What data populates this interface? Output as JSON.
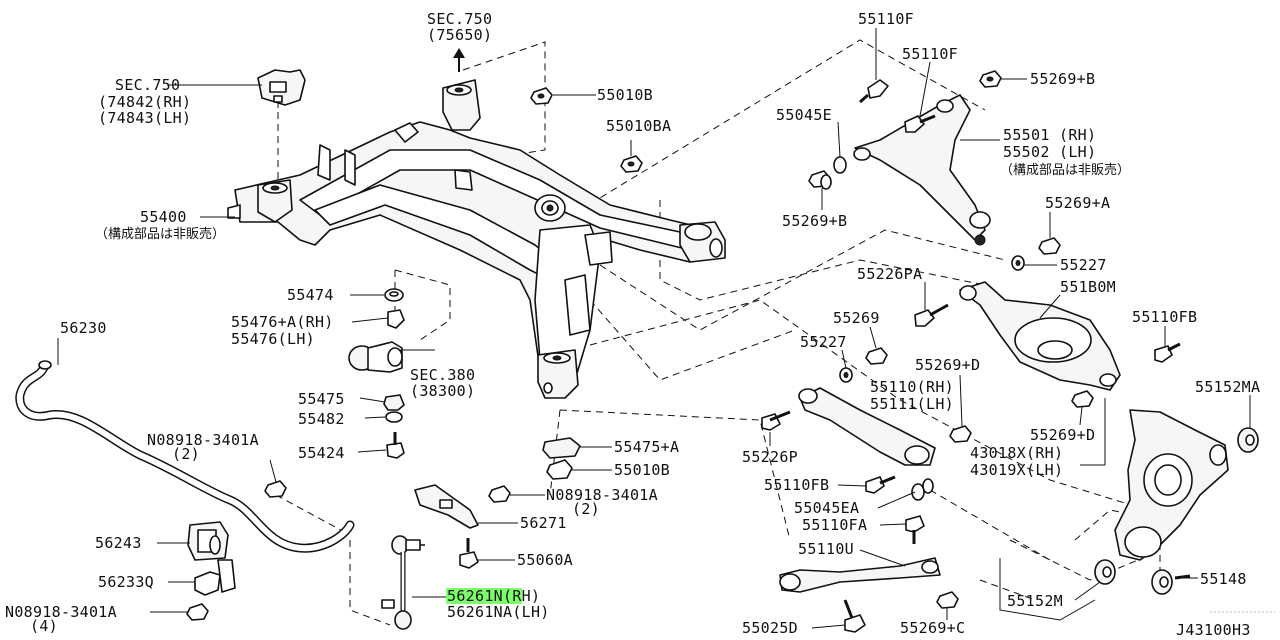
{
  "diagram_code": "J43100H3",
  "labels": {
    "sec750_top": "SEC.750",
    "sec750_top_ref": "(75650)",
    "sec750_left": "SEC.750",
    "ref_74842": "(74842(RH)",
    "ref_74843": "(74843(LH)",
    "p55400": "55400",
    "not_sold_1": "（構成部品は非販売）",
    "p55010B_top": "55010B",
    "p55010BA": "55010BA",
    "p55474": "55474",
    "p55476A": "55476+A(RH)",
    "p55476": "55476(LH)",
    "sec380": "SEC.380",
    "sec380_ref": "(38300)",
    "p55475": "55475",
    "p55482": "55482",
    "p55424": "55424",
    "p56230": "56230",
    "n08918_a": "N08918-3401A",
    "n08918_a_qty": "(2)",
    "p56243": "56243",
    "p56233Q": "56233Q",
    "n08918_c": "N08918-3401A",
    "n08918_c_qty": "(4)",
    "p55475A": "55475+A",
    "p55010B_mid": "55010B",
    "n08918_b": "N08918-3401A",
    "n08918_b_qty": "(2)",
    "p56271": "56271",
    "p55060A": "55060A",
    "p56261N": "56261N(RH)",
    "p56261NA": "56261NA(LH)",
    "p55110F_a": "55110F",
    "p55110F_b": "55110F",
    "p55269B_a": "55269+B",
    "p55045E": "55045E",
    "p55501": "55501 (RH)",
    "p55502": "55502 (LH)",
    "not_sold_2": "（構成部品は非販売）",
    "p55269B_b": "55269+B",
    "p55269A": "55269+A",
    "p55227_a": "55227",
    "p55226PA": "55226PA",
    "p551B0M": "551B0M",
    "p55110FB_a": "55110FB",
    "p55269": "55269",
    "p55227_b": "55227",
    "p55269D_a": "55269+D",
    "p55110": "55110(RH)",
    "p55111": "55111(LH)",
    "p55152MA": "55152MA",
    "p55269D_b": "55269+D",
    "p43018X": "43018X(RH)",
    "p43019X": "43019X(LH)",
    "p55226P": "55226P",
    "p55110FB_b": "55110FB",
    "p55045EA": "55045EA",
    "p55110FA": "55110FA",
    "p55110U": "55110U",
    "p55148": "55148",
    "p55152M": "55152M",
    "p55025D": "55025D",
    "p55269C": "55269+C"
  },
  "highlight": {
    "part": "56261N",
    "color": "#7dff6b"
  }
}
